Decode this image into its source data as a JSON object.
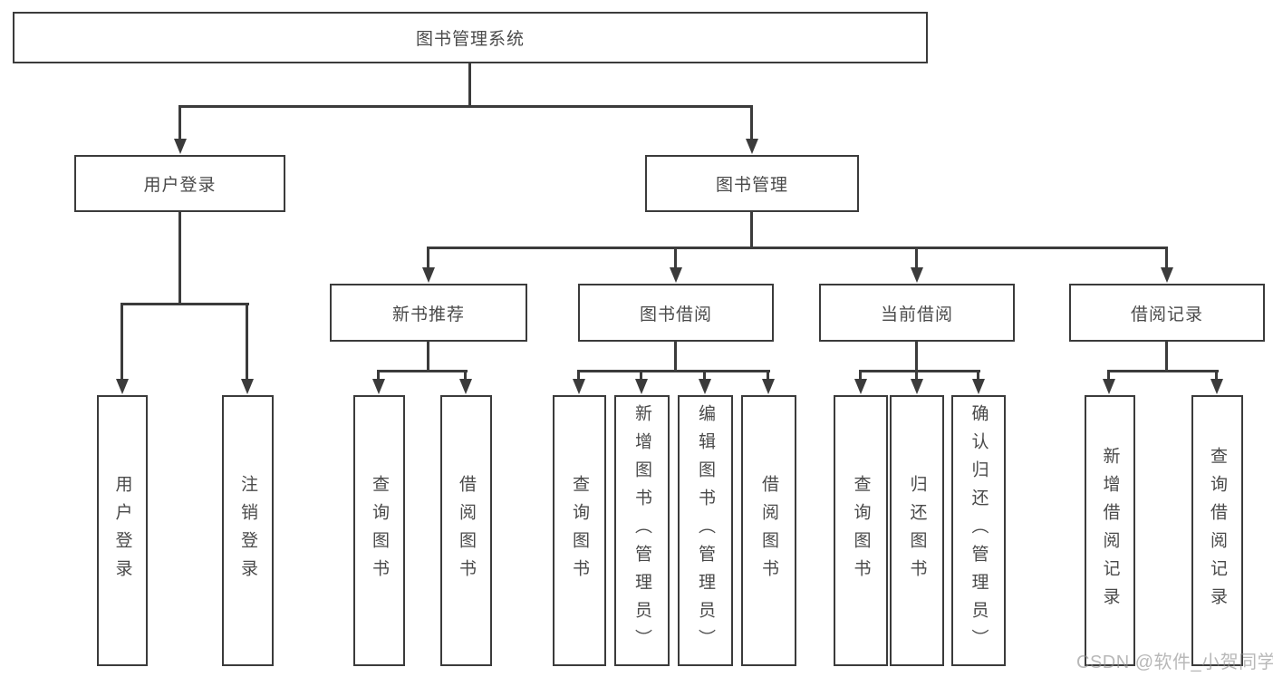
{
  "diagram": {
    "tree": {
      "label": "图书管理系统",
      "children": [
        {
          "label": "用户登录",
          "children": [
            {
              "label": "用户登录"
            },
            {
              "label": "注销登录"
            }
          ]
        },
        {
          "label": "图书管理",
          "children": [
            {
              "label": "新书推荐",
              "children": [
                {
                  "label": "查询图书"
                },
                {
                  "label": "借阅图书"
                }
              ]
            },
            {
              "label": "图书借阅",
              "children": [
                {
                  "label": "查询图书"
                },
                {
                  "label": "新增图书（管理员）"
                },
                {
                  "label": "编辑图书（管理员）"
                },
                {
                  "label": "借阅图书"
                }
              ]
            },
            {
              "label": "当前借阅",
              "children": [
                {
                  "label": "查询图书"
                },
                {
                  "label": "归还图书"
                },
                {
                  "label": "确认归还（管理员）"
                }
              ]
            },
            {
              "label": "借阅记录",
              "children": [
                {
                  "label": "新增借阅记录"
                },
                {
                  "label": "查询借阅记录"
                }
              ]
            }
          ]
        }
      ]
    }
  },
  "watermark": {
    "text": "CSDN @软件_小贺同学"
  },
  "colors": {
    "line": "#3b3b3b",
    "node_border": "#3b3b3b",
    "text": "#4a4a4a",
    "background": "#ffffff",
    "watermark_text": "#8c8c8c"
  }
}
